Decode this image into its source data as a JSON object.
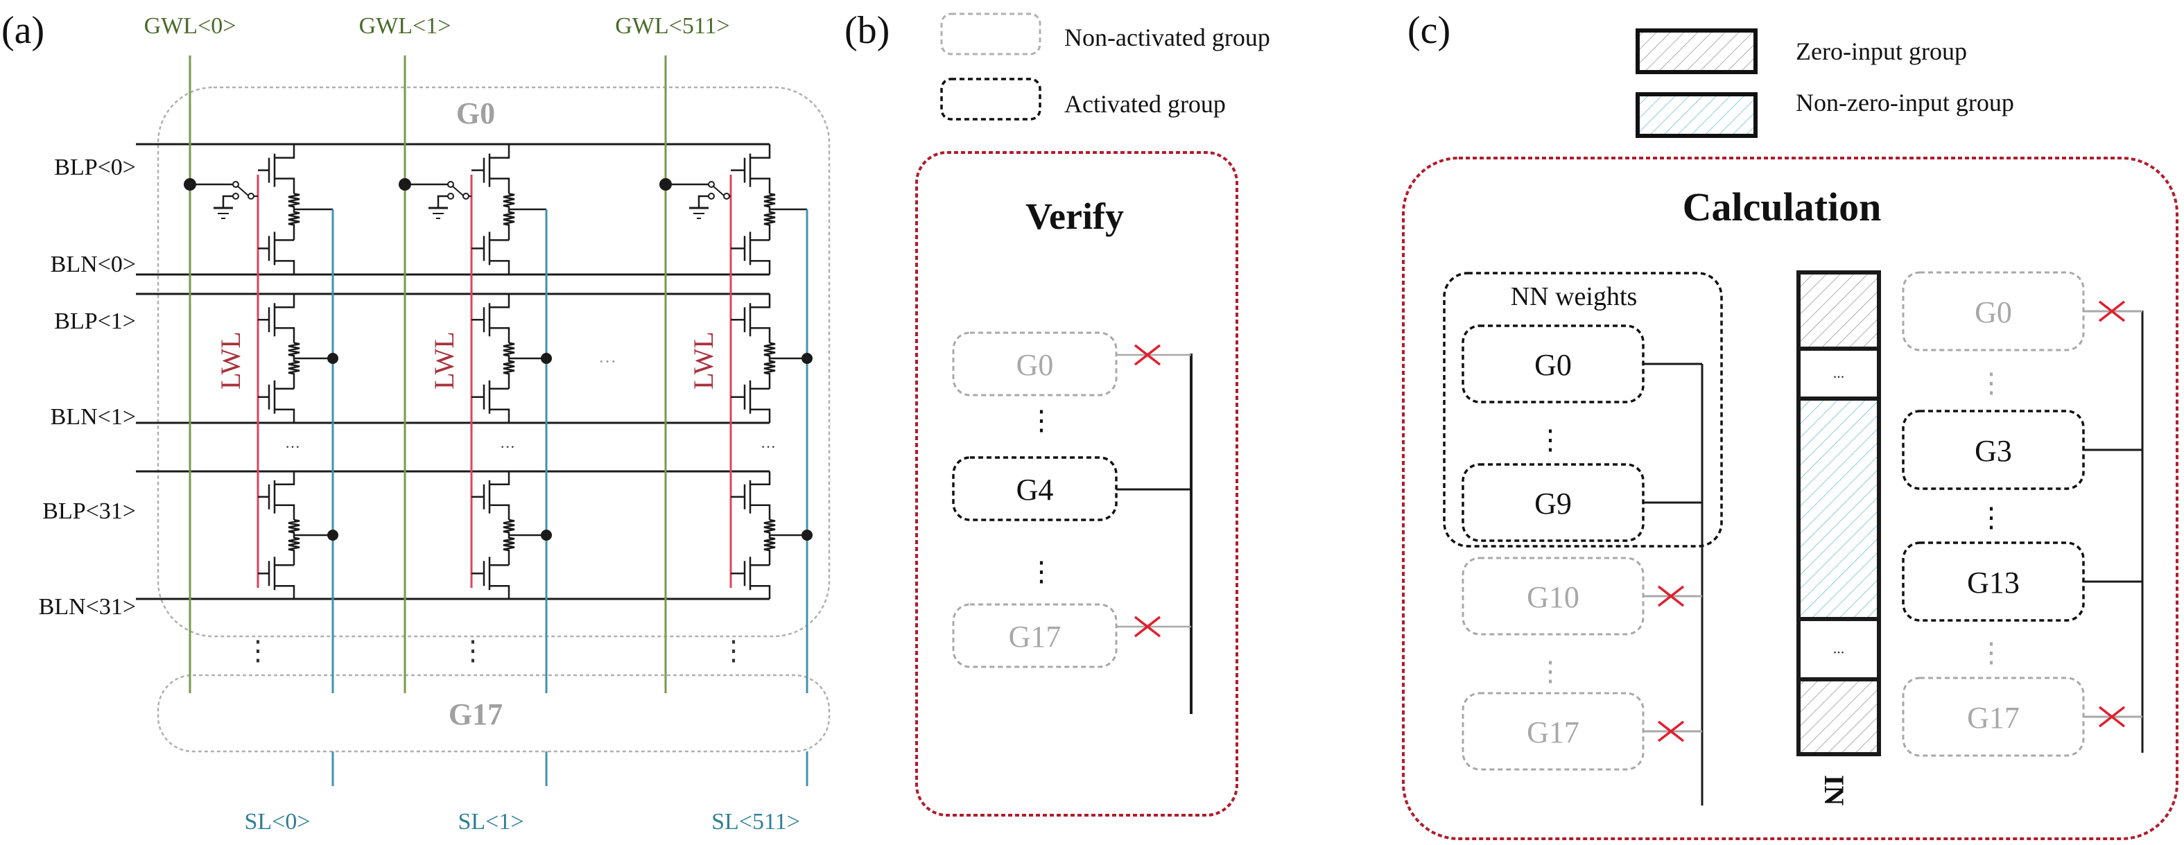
{
  "colors": {
    "gwl": "#7a9a4a",
    "gwl_text": "#4a6a2a",
    "lwl": "#e0435a",
    "lwl_text": "#a8323e",
    "sl": "#3f93ad",
    "sl_text": "#2f7f95",
    "wire": "#1a1a1a",
    "inactive": "#a8a8a8",
    "active": "#111111",
    "frame_red": "#b01c2c",
    "cross": "#e0202e",
    "hatch_gray": "#9a9a9a",
    "hatch_cyan": "#6fc1cc"
  },
  "panel_a": {
    "label": "(a)",
    "gwl_labels": [
      "GWL<0>",
      "GWL<1>",
      "GWL<511>"
    ],
    "sl_labels": [
      "SL<0>",
      "SL<1>",
      "SL<511>"
    ],
    "row_labels": [
      "BLP<0>",
      "BLN<0>",
      "BLP<1>",
      "BLN<1>",
      "BLP<31>",
      "BLN<31>"
    ],
    "lwl_label": "LWL",
    "group_top": "G0",
    "group_bottom": "G17",
    "h_ellipsis": "···",
    "v_ellipsis": "⋮"
  },
  "panel_b": {
    "label": "(b)",
    "legend": [
      {
        "style": "inactive",
        "text": "Non-activated group"
      },
      {
        "style": "active",
        "text": "Activated group"
      }
    ],
    "title": "Verify",
    "groups": [
      {
        "name": "G0",
        "active": false
      },
      {
        "name": "G4",
        "active": true
      },
      {
        "name": "G17",
        "active": false
      }
    ],
    "v_ellipsis": "⋮"
  },
  "panel_c": {
    "label": "(c)",
    "legend": [
      {
        "style": "zero",
        "text": "Zero-input group"
      },
      {
        "style": "nonzero",
        "text": "Non-zero-input group"
      }
    ],
    "title": "Calculation",
    "nn_weights_label": "NN weights",
    "left_groups": [
      {
        "name": "G0",
        "active": true
      },
      {
        "name": "G9",
        "active": true
      },
      {
        "name": "G10",
        "active": false
      },
      {
        "name": "G17",
        "active": false
      }
    ],
    "right_groups": [
      {
        "name": "G0",
        "active": false
      },
      {
        "name": "G3",
        "active": true
      },
      {
        "name": "G13",
        "active": true
      },
      {
        "name": "G17",
        "active": false
      }
    ],
    "in_column": {
      "label": "IN",
      "segments": [
        "zero",
        "ellipsis",
        "nonzero",
        "ellipsis",
        "zero"
      ],
      "ellipsis_text": "..."
    },
    "v_ellipsis": "⋮"
  }
}
